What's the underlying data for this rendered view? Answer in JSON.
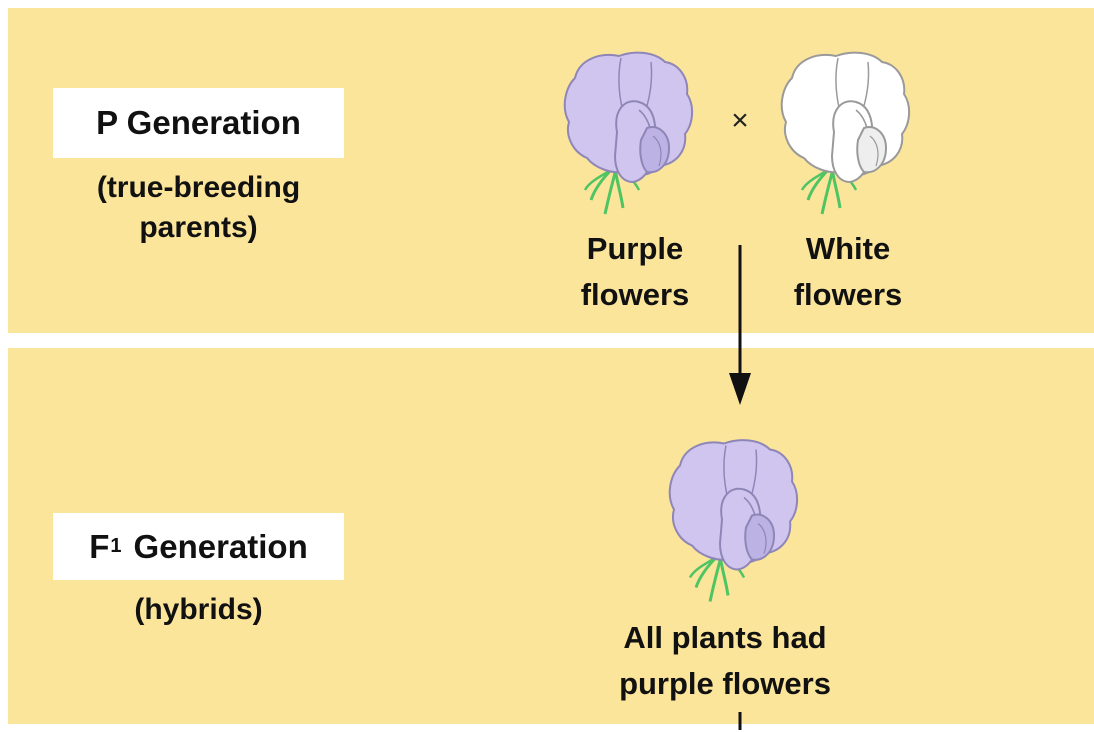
{
  "p_generation": {
    "title": "P Generation",
    "subtitle_line1": "(true-breeding",
    "subtitle_line2": "parents)",
    "cross_symbol": "×",
    "parent_left": {
      "label_line1": "Purple",
      "label_line2": "flowers",
      "color": "#cfc5ee"
    },
    "parent_right": {
      "label_line1": "White",
      "label_line2": "flowers",
      "color": "#ffffff"
    }
  },
  "f1_generation": {
    "title_letter": "F",
    "title_subscript": "1",
    "title_word": "Generation",
    "subtitle": "(hybrids)",
    "result_line1": "All plants had",
    "result_line2": "purple flowers",
    "offspring_color": "#cfc5ee"
  },
  "colors": {
    "panel_background": "#fbe59b",
    "label_box": "#ffffff",
    "stem_green": "#4fc463"
  }
}
